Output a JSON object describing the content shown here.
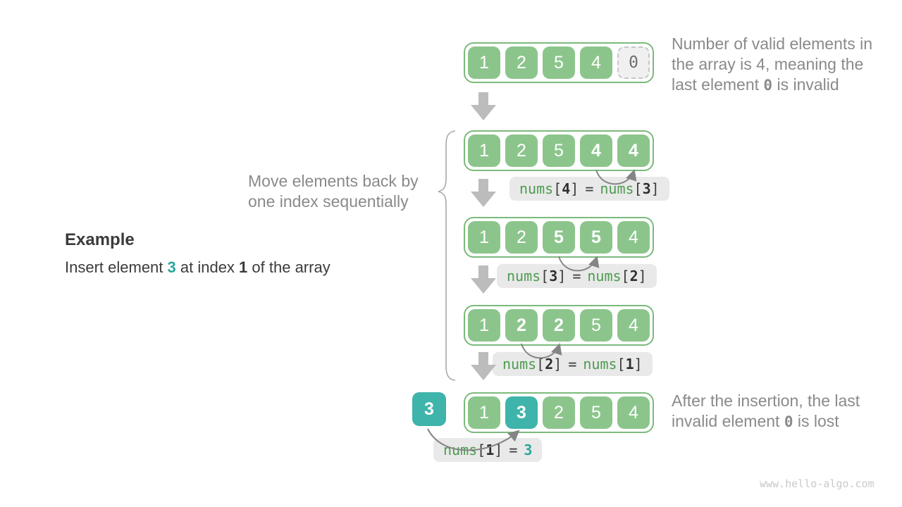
{
  "example": {
    "heading": "Example",
    "text_pre": "Insert element ",
    "value": "3",
    "text_mid": " at index ",
    "index": "1",
    "text_post": " of the array"
  },
  "move_note": {
    "line1": "Move elements back by",
    "line2": "one index sequentially"
  },
  "note_top": {
    "line1": "Number of valid elements in",
    "line2": "the array is 4, meaning the",
    "line3_pre": "last element ",
    "line3_code": "0",
    "line3_post": " is invalid"
  },
  "note_bottom": {
    "line1": "After the insertion, the last",
    "line2_pre": "invalid element ",
    "line2_code": "0",
    "line2_post": " is lost"
  },
  "inserted_cell": {
    "v": "3"
  },
  "rows": [
    {
      "cells": [
        {
          "v": "1"
        },
        {
          "v": "2"
        },
        {
          "v": "5"
        },
        {
          "v": "4"
        },
        {
          "v": "0",
          "invalid": true
        }
      ]
    },
    {
      "cells": [
        {
          "v": "1"
        },
        {
          "v": "2"
        },
        {
          "v": "5"
        },
        {
          "v": "4",
          "bold": true
        },
        {
          "v": "4",
          "bold": true
        }
      ],
      "label": {
        "fn1": "nums",
        "lb1": "[",
        "i1": "4",
        "rb1": "]",
        "eq": "=",
        "fn2": "nums",
        "lb2": "[",
        "i2": "3",
        "rb2": "]"
      }
    },
    {
      "cells": [
        {
          "v": "1"
        },
        {
          "v": "2"
        },
        {
          "v": "5",
          "bold": true
        },
        {
          "v": "5",
          "bold": true
        },
        {
          "v": "4"
        }
      ],
      "label": {
        "fn1": "nums",
        "lb1": "[",
        "i1": "3",
        "rb1": "]",
        "eq": "=",
        "fn2": "nums",
        "lb2": "[",
        "i2": "2",
        "rb2": "]"
      }
    },
    {
      "cells": [
        {
          "v": "1"
        },
        {
          "v": "2",
          "bold": true
        },
        {
          "v": "2",
          "bold": true
        },
        {
          "v": "5"
        },
        {
          "v": "4"
        }
      ],
      "label": {
        "fn1": "nums",
        "lb1": "[",
        "i1": "2",
        "rb1": "]",
        "eq": "=",
        "fn2": "nums",
        "lb2": "[",
        "i2": "1",
        "rb2": "]"
      }
    },
    {
      "cells": [
        {
          "v": "1"
        },
        {
          "v": "3",
          "bold": true,
          "inserted": true
        },
        {
          "v": "2"
        },
        {
          "v": "5"
        },
        {
          "v": "4"
        }
      ],
      "label": {
        "fn1": "nums",
        "lb1": "[",
        "i1": "1",
        "rb1": "]",
        "eq": "=",
        "val": "3"
      }
    }
  ],
  "watermark": "www.hello-algo.com",
  "colors": {
    "cell_green": "#8CC58C",
    "container_border_green": "#7CBA7C",
    "teal": "#3FB4AB",
    "code_green": "#4C9B4F",
    "label_bg": "#E9E9E9",
    "dark_text": "#3B3B3B",
    "gray_text": "#8A8A8A",
    "block_arrow_gray": "#BCBCBC",
    "curve_arrow_gray": "#858585",
    "invalid_bg": "#F0F0F0",
    "invalid_border": "#C6C6C6",
    "watermark_gray": "#C9C9C9"
  }
}
